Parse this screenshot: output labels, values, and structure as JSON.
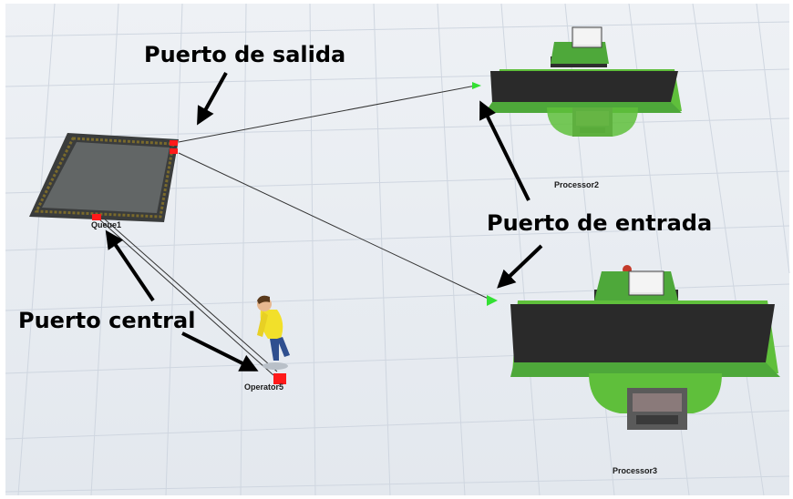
{
  "annotations": {
    "output_port": "Puerto de salida",
    "input_port": "Puerto de entrada",
    "central_port": "Puerto central"
  },
  "objects": {
    "queue": "Queue1",
    "processor_a": "Processor2",
    "processor_b": "Processor3",
    "operator": "Operator5"
  },
  "colors": {
    "background": "#e9edf3",
    "grid": "#cfd6e0",
    "conveyor_frame": "#5fbf3b",
    "port_output": "#ff1a1a",
    "port_input": "#33e033",
    "connector": "#333333"
  },
  "icons": [
    "queue-icon",
    "processor-icon",
    "operator-figure-icon",
    "port-icon",
    "arrow-icon"
  ]
}
